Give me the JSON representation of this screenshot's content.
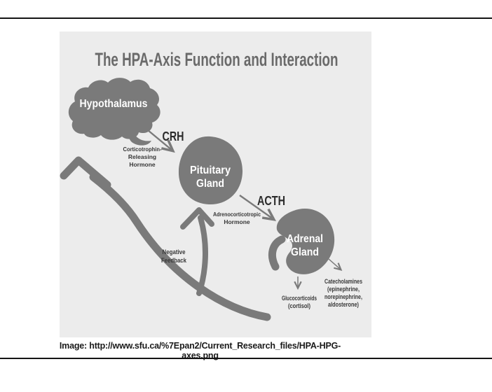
{
  "colors": {
    "panel_bg": "#ececec",
    "shape_gray": "#7a7a7a",
    "title_gray": "#6a6a6a",
    "annotation_dark": "#383838",
    "node_text": "#ffffff",
    "rule_black": "#141414"
  },
  "diagram": {
    "title": "The HPA-Axis Function and Interaction",
    "nodes": {
      "hypothalamus": {
        "label": "Hypothalamus"
      },
      "pituitary": {
        "line1": "Pituitary",
        "line2": "Gland"
      },
      "adrenal": {
        "line1": "Adrenal",
        "line2": "Gland"
      }
    },
    "hormones": {
      "crh": {
        "abbr": "CRH",
        "name_lines": [
          "Corticotrophin-",
          "Releasing",
          "Hormone"
        ]
      },
      "acth": {
        "abbr": "ACTH",
        "name_lines": [
          "Adrenocorticotropic",
          "Hormone"
        ]
      }
    },
    "feedback": {
      "lines": [
        "Negative",
        "Feedback"
      ]
    },
    "outputs": {
      "glucocorticoids": {
        "lines": [
          "Glucocorticoids",
          "(cortisol)"
        ]
      },
      "catecholamines": {
        "lines": [
          "Catecholamines",
          "(epinephrine,",
          "norepinephrine,",
          "aldosterone)"
        ]
      }
    }
  },
  "caption": "Image: http://www.sfu.ca/%7Epan2/Current_Research_files/HPA-HPG-axes.png"
}
